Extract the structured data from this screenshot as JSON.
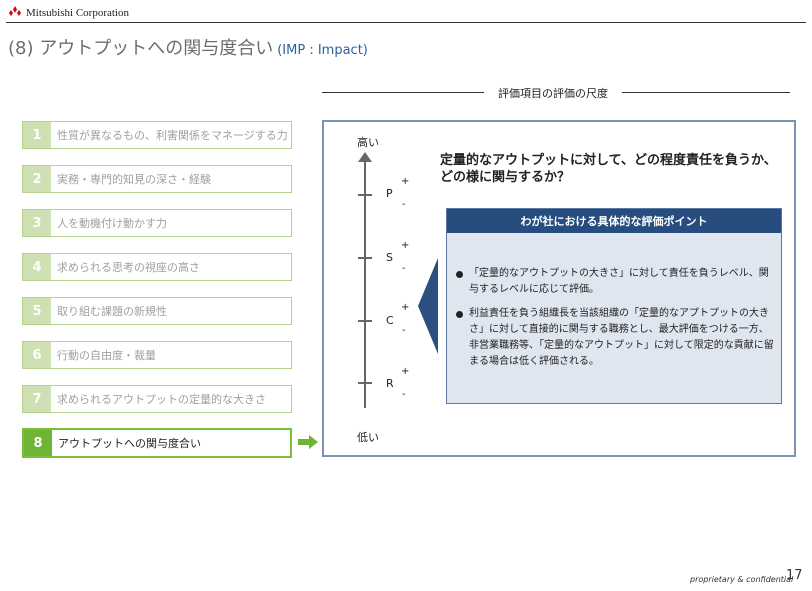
{
  "header": {
    "company": "Mitsubishi Corporation",
    "title": "(8) アウトプットへの関与度合い",
    "title_sub": "(IMP : Impact)"
  },
  "scale": {
    "label": "評価項目の評価の尺度",
    "high": "高い",
    "low": "低い",
    "levels": [
      "P",
      "S",
      "C",
      "R"
    ],
    "plus": "+",
    "minus": "-"
  },
  "items": [
    {
      "num": "1",
      "label": "性質が異なるもの、利害関係をマネージする力"
    },
    {
      "num": "2",
      "label": "実務・専門的知見の深さ・経験"
    },
    {
      "num": "3",
      "label": "人を動機付け動かす力"
    },
    {
      "num": "4",
      "label": "求められる思考の視座の高さ"
    },
    {
      "num": "5",
      "label": "取り組む課題の新規性"
    },
    {
      "num": "6",
      "label": "行動の自由度・裁量"
    },
    {
      "num": "7",
      "label": "求められるアウトプットの定量的な大きさ"
    },
    {
      "num": "8",
      "label": "アウトプットへの関与度合い"
    }
  ],
  "question": "定量的なアウトプットに対して、どの程度責任を負うか、どの様に関与するか？",
  "panel": {
    "title": "わが社における具体的な評価ポイント",
    "bullets": [
      "「定量的なアウトプットの大きさ」に対して責任を負うレベル、関与するレベルに応じて評価。",
      "利益責任を負う組織長を当該組織の「定量的なアプトプットの大きさ」に対して直接的に関与する職務とし、最大評価をつける一方、非営業職務等、「定量的なアウトプット」に対して限定的な貢献に留まる場合は低く評価される。"
    ]
  },
  "footer": {
    "confidential": "proprietary & confidential",
    "page": "17"
  }
}
